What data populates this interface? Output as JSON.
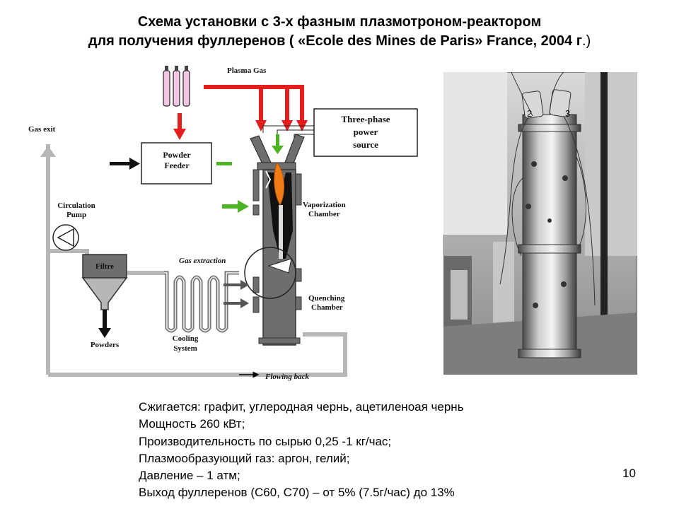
{
  "title": {
    "line1": "Схема установки с 3-х фазным плазмотроном-реактором",
    "line2": "для получения фуллеренов ( «Ecole des Mines de Paris» France, 2004 г",
    "line2_tail": ".)"
  },
  "diagram": {
    "plasma_gas": "Plasma Gas",
    "three_phase": [
      "Three-phase",
      "power",
      "source"
    ],
    "powder_feeder": [
      "Powder",
      "Feeder"
    ],
    "gas_exit": "Gas exit",
    "circulation_pump": [
      "Circulation",
      "Pump"
    ],
    "vaporization_chamber": [
      "Vaporization",
      "Chamber"
    ],
    "filtre": "Filtre",
    "gas_extraction": "Gas extraction",
    "quenching_chamber": [
      "Quenching",
      "Chamber"
    ],
    "powders": "Powders",
    "cooling_system": [
      "Cooling",
      "System"
    ],
    "flowing_back": "Flowing back"
  },
  "photo": {
    "labels": [
      "2",
      "3"
    ]
  },
  "info": {
    "burned": "Сжигается:    графит, углеродная чернь, ацетиленоая чернь",
    "power": "Мощность 260 кВт;",
    "productivity": "Производительность по сырью  0,25 -1 кг/час;",
    "plasma_gas": "Плазмообразующий  газ: аргон, гелий;",
    "pressure": "Давление  – 1 атм;",
    "yield": "Выход фуллеренов  (С60, С70) – от 5% (7.5г/час) до 13%"
  },
  "page_number": "10",
  "colors": {
    "red": "#e41d1d",
    "green": "#4db322",
    "orange": "#f07a14",
    "pipe_gray": "#b7b7b7",
    "chamber_gray": "#6e6e6e",
    "pink": "#f2c6e4"
  }
}
